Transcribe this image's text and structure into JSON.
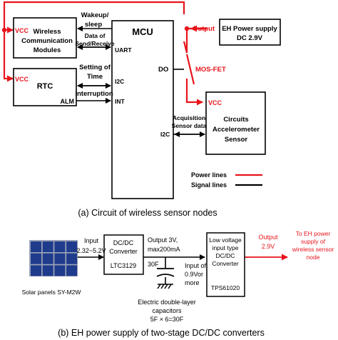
{
  "colors": {
    "power": "#e8141c",
    "signal": "#000000",
    "panel_cell": "#1f3b8c",
    "panel_frame": "#9aa3b5"
  },
  "part_a": {
    "caption": "(a) Circuit of wireless sensor nodes",
    "mcu": "MCU",
    "wireless": [
      "Wireless",
      "Communication",
      "Modules"
    ],
    "rtc": "RTC",
    "rtc_alm": "ALM",
    "vcc_wireless": "VCC",
    "vcc_rtc": "VCC",
    "vcc_circuits": "VCC",
    "wakeup": [
      "Wakeup/",
      "sleep"
    ],
    "data_send": [
      "Data of",
      "Send/Receive"
    ],
    "uart": "UART",
    "setting_time": [
      "Setting of",
      "Time"
    ],
    "i2c_top": "I2C",
    "interruption": "interruption",
    "int": "INT",
    "do": "DO",
    "i2c_bottom": "I2C",
    "output": "Output",
    "eh_supply": [
      "EH Power supply",
      "DC 2.9V"
    ],
    "mosfet": "MOS-FET",
    "circuits": [
      "Circuits",
      "Accelerometer",
      "Sensor"
    ],
    "acquisition": [
      "Acquisition",
      "Sensor data"
    ],
    "legend_power": "Power lines",
    "legend_signal": "Signal lines"
  },
  "part_b": {
    "caption": "(b) EH power supply of two-stage DC/DC converters",
    "solar_label": "Solar panels SY-M2W",
    "input_label": [
      "Input",
      "2.32~5.2V"
    ],
    "dcdc1": [
      "DC/DC",
      "Converter",
      "LTC3129"
    ],
    "output_3v": [
      "Output 3V,",
      "max200mA"
    ],
    "cap_30f": "30F",
    "input_09": [
      "Input of",
      "0.9Vor",
      "more"
    ],
    "dcdc2": [
      "Low voltage",
      "input type",
      "DC/DC",
      "Converter",
      "TPS61020"
    ],
    "output_29": [
      "Output",
      "2.9V"
    ],
    "to_eh": [
      "To EH power",
      "supply of",
      "wireless sensor",
      "node"
    ],
    "capacitors": [
      "Electric double-layer",
      "capacitors",
      "5F × 6=30F"
    ]
  }
}
